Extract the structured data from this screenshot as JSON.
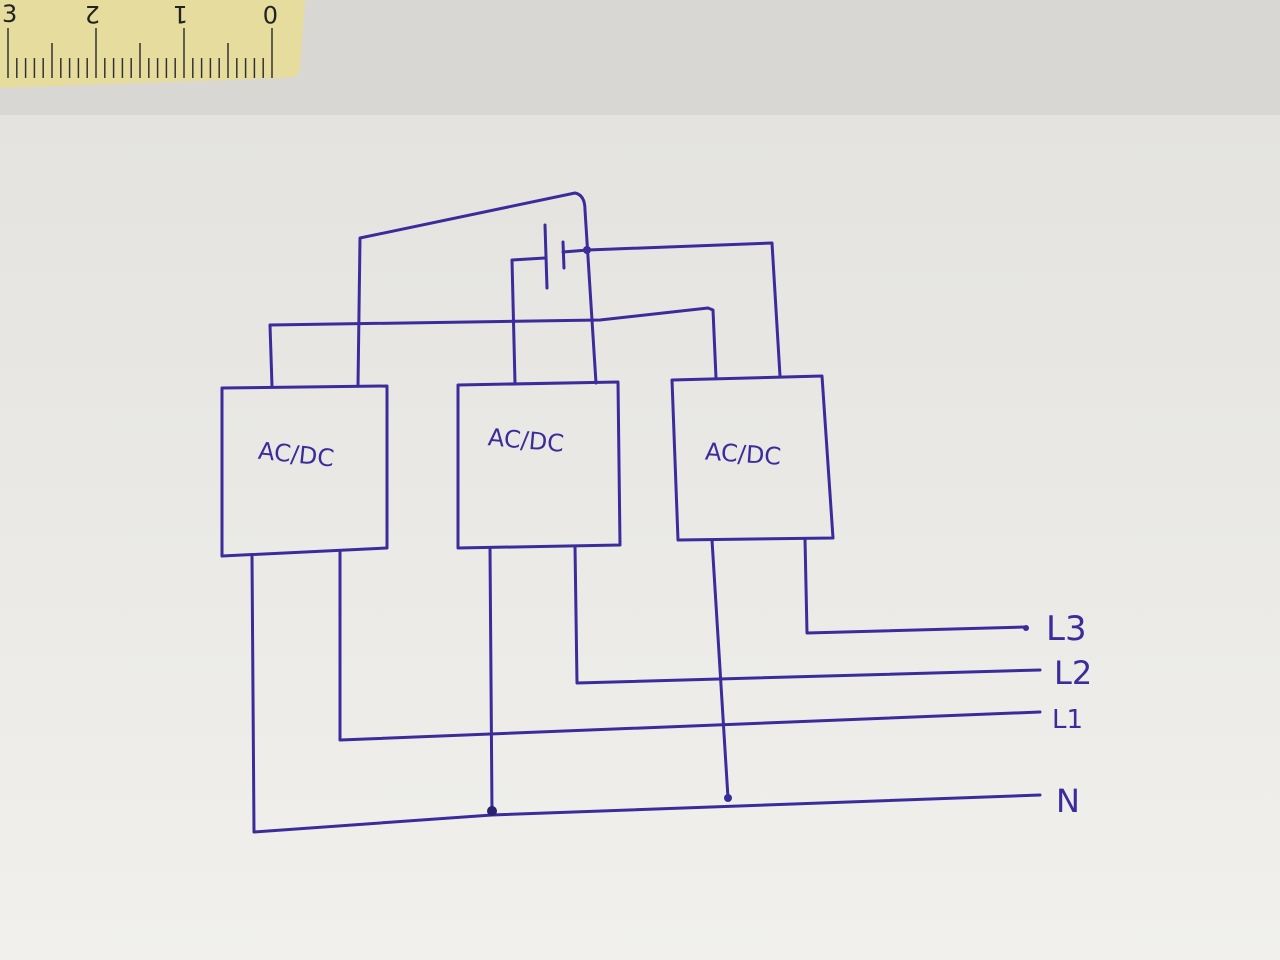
{
  "ruler": {
    "numbers": [
      "3",
      "2",
      "1",
      "0"
    ]
  },
  "blocks": [
    {
      "label": "AC/DC"
    },
    {
      "label": "AC/DC"
    },
    {
      "label": "AC/DC"
    }
  ],
  "lines": {
    "l3": "L3",
    "l2": "L2",
    "l1": "L1",
    "n": "N"
  },
  "colors": {
    "ink": "#3b2c9c",
    "paper": "#ecebe7",
    "ruler": "#e6dc9e"
  }
}
